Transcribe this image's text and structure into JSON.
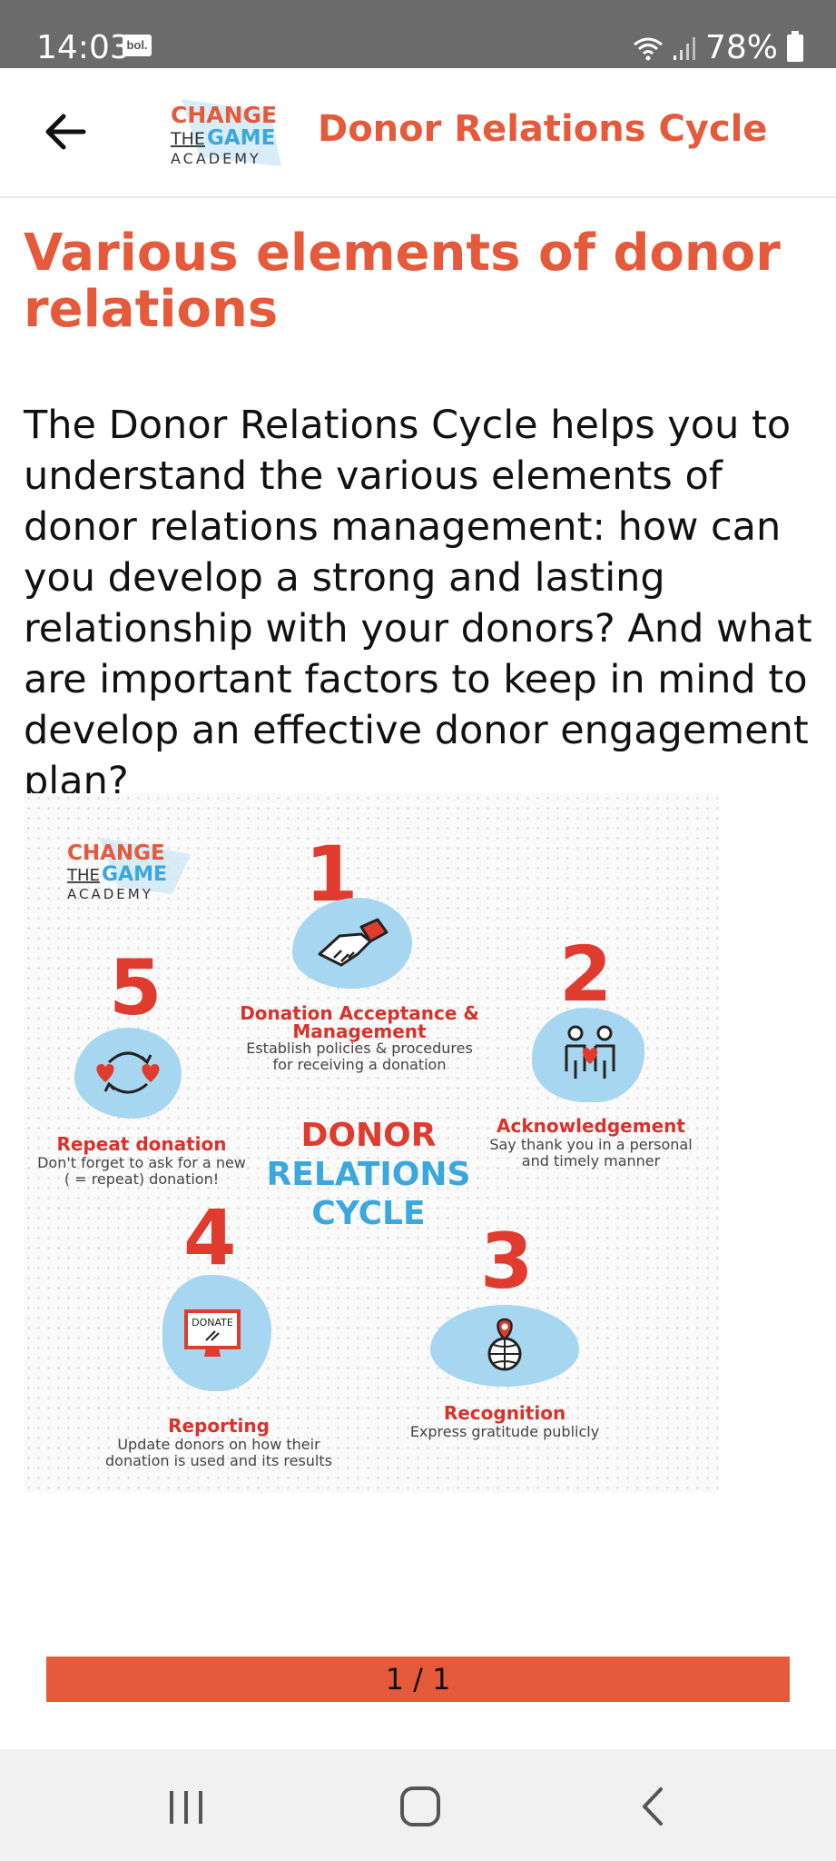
{
  "status_bar": {
    "time": "14:03",
    "app_badge": "bol.",
    "battery": "78%"
  },
  "header": {
    "back_icon": "arrow-left-icon",
    "logo": {
      "line1": "CHANGE",
      "line2a": "THE",
      "line2b": "GAME",
      "line3": "ACADEMY"
    },
    "title": "Donor Relations Cycle"
  },
  "content": {
    "heading": "Various elements of donor relations",
    "intro": "The Donor Relations Cycle helps you to understand the various elements of donor relations management: how can you develop a strong and lasting relationship with your donors? And what are important factors to keep in mind to develop an effective donor engagement plan?"
  },
  "infographic": {
    "logo": {
      "line1": "CHANGE",
      "line2a": "THE",
      "line2b": "GAME",
      "line3": "ACADEMY"
    },
    "center": {
      "line1": "DONOR",
      "line2": "RELATIONS",
      "line3": "CYCLE"
    },
    "steps": [
      {
        "number": "1",
        "title": "Donation Acceptance & Management",
        "desc_line1": "Establish policies & procedures",
        "desc_line2": "for receiving a donation",
        "icon": "handshake-icon"
      },
      {
        "number": "2",
        "title": "Acknowledgement",
        "desc_line1": "Say thank you in a personal",
        "desc_line2": "and timely manner",
        "icon": "people-heart-icon"
      },
      {
        "number": "3",
        "title": "Recognition",
        "desc_line1": "Express gratitude publicly",
        "desc_line2": "",
        "icon": "globe-pin-icon"
      },
      {
        "number": "4",
        "title": "Reporting",
        "desc_line1": "Update donors on how their",
        "desc_line2": "donation is used and its results",
        "icon": "donate-screen-icon",
        "icon_text": "DONATE"
      },
      {
        "number": "5",
        "title": "Repeat donation",
        "desc_line1": "Don't forget to ask for a new",
        "desc_line2": "( = repeat) donation!",
        "icon": "repeat-hearts-icon"
      }
    ]
  },
  "pager": {
    "label": "1 / 1"
  },
  "nav": {
    "recents_icon": "recents-icon",
    "home_icon": "home-icon",
    "back_icon": "back-chevron-icon"
  },
  "colors": {
    "accent": "#e55a3a",
    "cycle_red": "#e03b2f",
    "cycle_blue": "#3aa8de",
    "blob": "#a7d6f0"
  }
}
